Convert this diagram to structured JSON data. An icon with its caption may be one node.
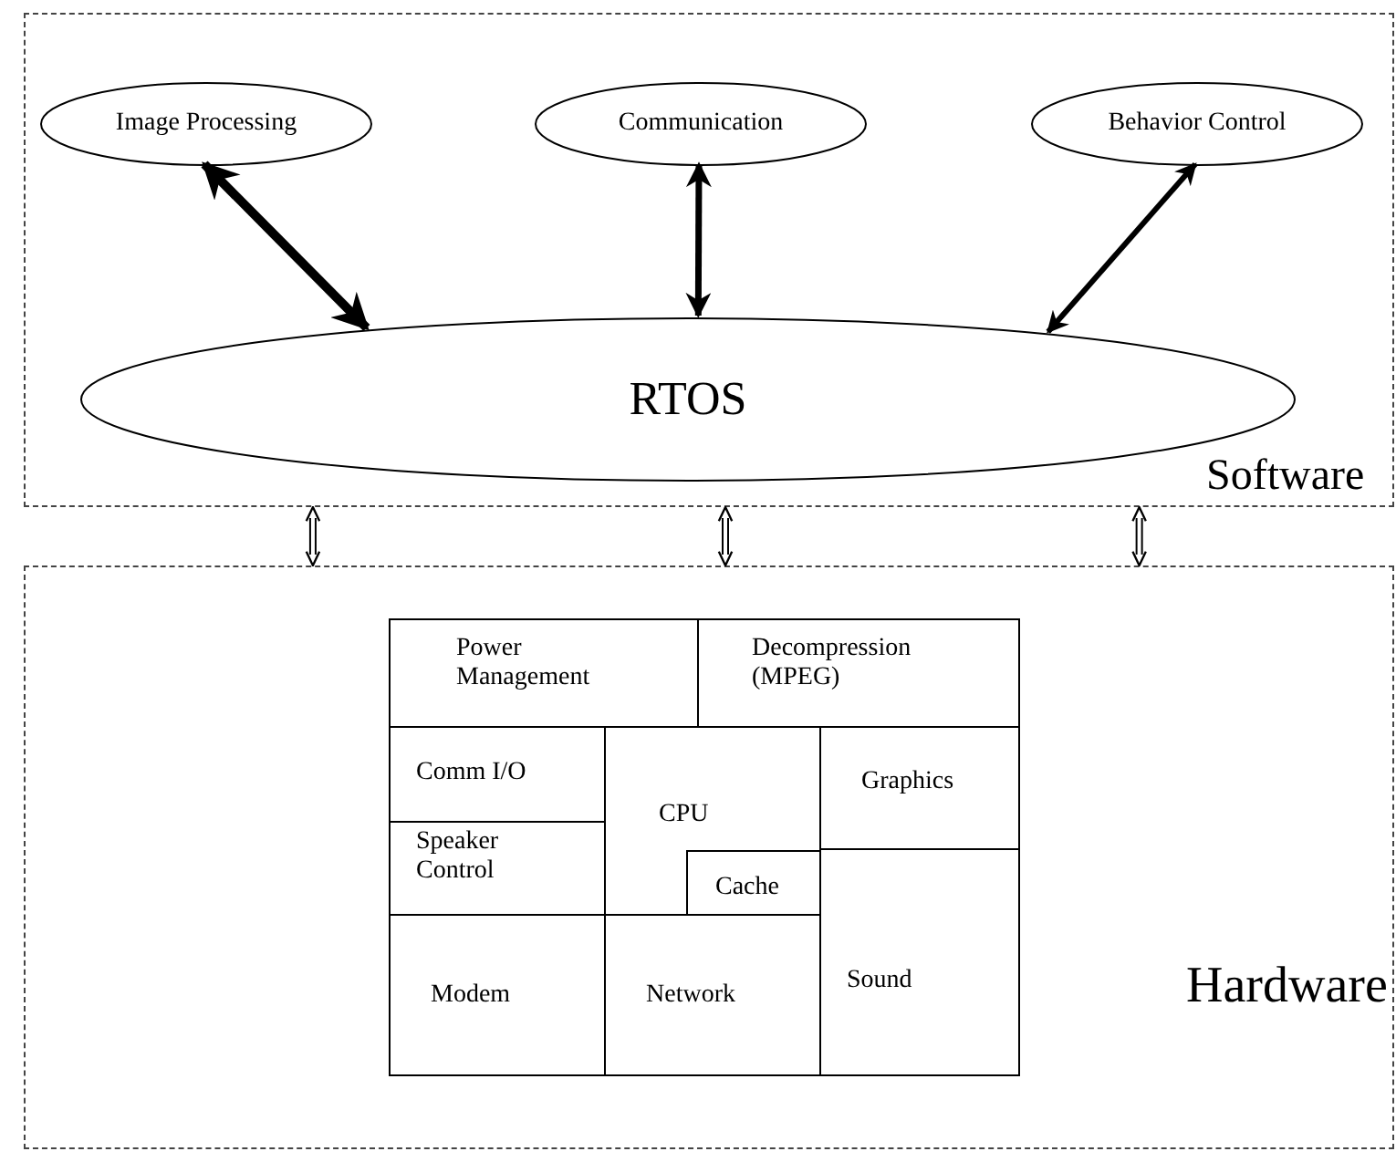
{
  "diagram": {
    "nodes": [
      {
        "text": [
          "Software"
        ]
      },
      {
        "text": [
          "Image Processing"
        ],
        "in": 0
      },
      {
        "text": [
          "Communication"
        ],
        "in": 0
      },
      {
        "text": [
          "Behavior Control"
        ],
        "in": 0
      },
      {
        "text": [
          "RTOS"
        ],
        "in": 0
      },
      {
        "text": [
          "Hardware"
        ]
      },
      {
        "text": [
          "Power Management"
        ],
        "in": 5
      },
      {
        "text": [
          "Decompression (MPEG)"
        ],
        "in": 5
      },
      {
        "text": [
          "Comm I/O"
        ],
        "in": 5
      },
      {
        "text": [
          "CPU"
        ],
        "in": 5
      },
      {
        "text": [
          "Cache"
        ],
        "in": 9
      },
      {
        "text": [
          "Graphics"
        ],
        "in": 5
      },
      {
        "text": [
          "Speaker Control"
        ],
        "in": 5
      },
      {
        "text": [
          "Modem"
        ],
        "in": 5
      },
      {
        "text": [
          "Network"
        ],
        "in": 5
      },
      {
        "text": [
          "Sound"
        ],
        "in": 5
      }
    ],
    "edges": [
      {
        "from": 1,
        "to": 4,
        "arrow": "both",
        "style": "thick"
      },
      {
        "from": 2,
        "to": 4,
        "arrow": "both",
        "style": "thick"
      },
      {
        "from": 3,
        "to": 4,
        "arrow": "both",
        "style": "thick"
      },
      {
        "from": 0,
        "to": 5,
        "arrow": "both"
      },
      {
        "from": 0,
        "to": 5,
        "arrow": "both"
      },
      {
        "from": 0,
        "to": 5,
        "arrow": "both"
      }
    ]
  }
}
